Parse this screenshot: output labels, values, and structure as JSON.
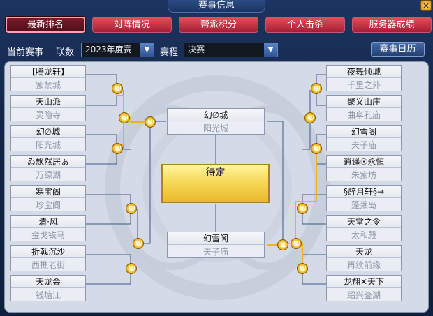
{
  "window": {
    "title": "赛事信息",
    "close_label": "×"
  },
  "tabs": [
    {
      "label": "最新排名"
    },
    {
      "label": "对阵情况"
    },
    {
      "label": "帮派积分"
    },
    {
      "label": "个人击杀"
    },
    {
      "label": "服务器成绩"
    }
  ],
  "filters": {
    "current_label": "当前赛事",
    "league_label": "联数",
    "season_value": "2023年度赛",
    "stage_label": "赛程",
    "stage_value": "决赛",
    "calendar_button": "赛事日历"
  },
  "bracket": {
    "left": [
      {
        "name": "【腾龙轩】",
        "server": "紫禁城"
      },
      {
        "name": "天山派",
        "server": "灵隐寺"
      },
      {
        "name": "幻∅城",
        "server": "阳光城"
      },
      {
        "name": "ゐ飘然居ぁ",
        "server": "万绿湖"
      },
      {
        "name": "寒宝阁",
        "server": "珍宝阁"
      },
      {
        "name": "清·风",
        "server": "金戈铁马"
      },
      {
        "name": "折戟沉沙",
        "server": "西樵老街"
      },
      {
        "name": "天龙会",
        "server": "钱塘江"
      }
    ],
    "right": [
      {
        "name": "夜舞倾城",
        "server": "千里之外"
      },
      {
        "name": "聚义山庄",
        "server": "曲阜孔庙"
      },
      {
        "name": "幻雪阁",
        "server": "夫子庙"
      },
      {
        "name": "逍遥☉永恒",
        "server": "朱紫坊"
      },
      {
        "name": "§醉月轩§→",
        "server": "蓬莱岛"
      },
      {
        "name": "天堂之令",
        "server": "太和殿"
      },
      {
        "name": "天龙",
        "server": "再续前缘"
      },
      {
        "name": "龙翔✕天下",
        "server": "绍兴鉴湖"
      }
    ],
    "final_top": {
      "name": "幻∅城",
      "server": "阳光城"
    },
    "final_bottom": {
      "name": "幻雪阁",
      "server": "夫子庙"
    },
    "result": "待定"
  },
  "colors": {
    "accent": "#e0505e",
    "gold": "#f3b723",
    "line_blue": "#3d5a8a"
  }
}
